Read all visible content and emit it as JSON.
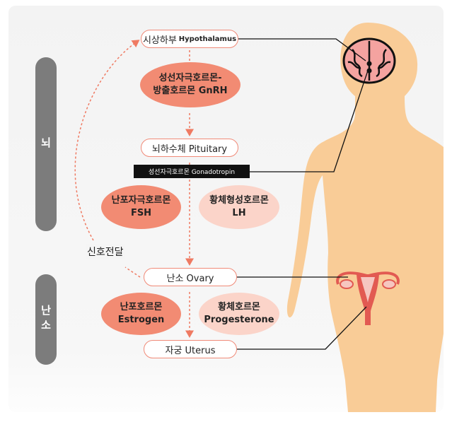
{
  "side_labels": {
    "brain": "뇌",
    "ovary": "난소"
  },
  "nodes": {
    "hypothalamus": {
      "ko": "시상하부",
      "en": "Hypothalamus"
    },
    "pituitary": "뇌하수체 Pituitary",
    "ovary": "난소 Ovary",
    "uterus": "자궁 Uterus"
  },
  "hormones": {
    "gnrh": {
      "line1": "성선자극호르몬-",
      "line2": "방출호르몬 GnRH"
    },
    "gonadotropin": "성선자극호르몬 Gonadotropin",
    "fsh": {
      "line1": "난포자극호르몬",
      "line2": "FSH"
    },
    "lh": {
      "line1": "황체형성호르몬",
      "line2": "LH"
    },
    "estrogen": {
      "line1": "난포호르몬",
      "line2": "Estrogen"
    },
    "progesterone": {
      "line1": "황체호르몬",
      "line2": "Progesterone"
    }
  },
  "feedback_label": "신호전달",
  "colors": {
    "node_border": "#f08a78",
    "hormone_dark": "#f28b73",
    "hormone_light": "#fbd4c9",
    "body": "#f9cc97",
    "side_pill": "#7c7c7c",
    "feedback_arrow": "#ef7a62"
  }
}
